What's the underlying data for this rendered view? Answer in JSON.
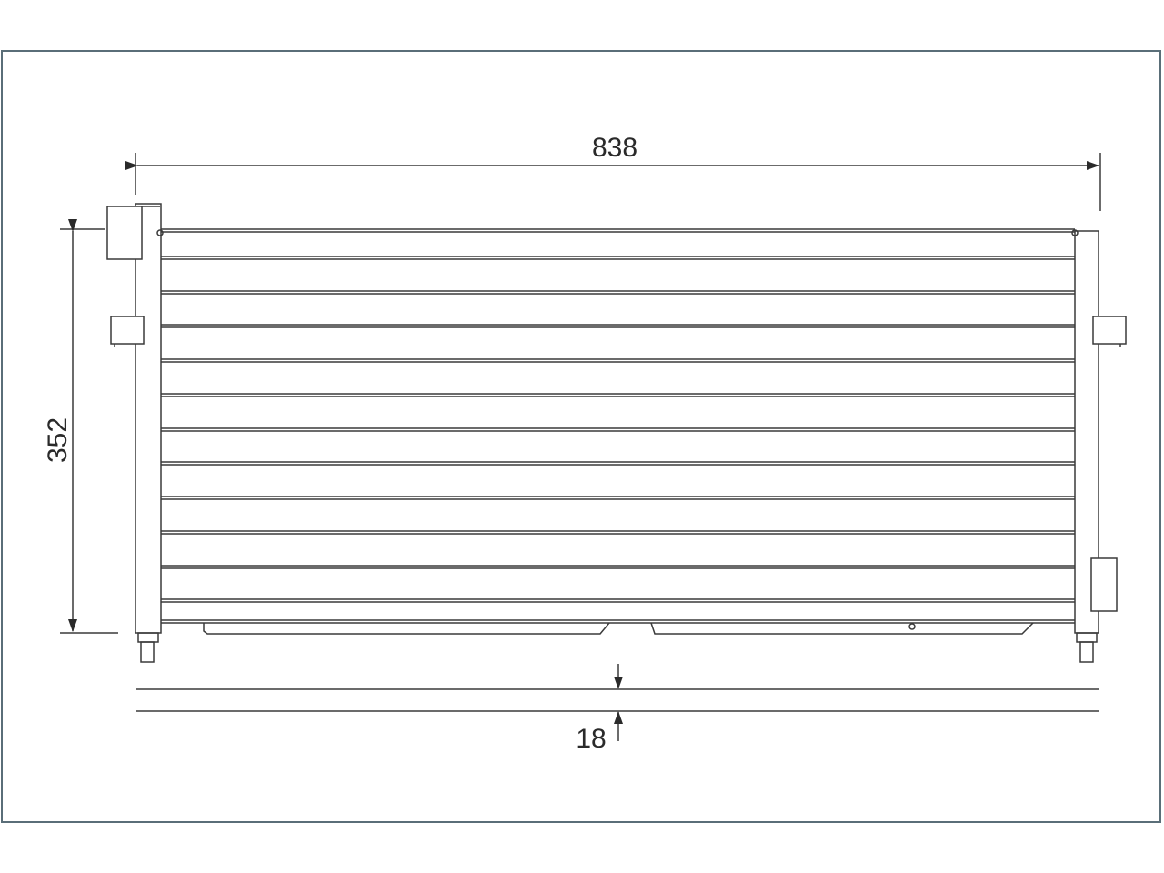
{
  "dimensions": {
    "width": "838",
    "height": "352",
    "depth": "18"
  },
  "colors": {
    "line": "#3a3a3a",
    "frame": "#5a6e78"
  },
  "tubes": 11
}
